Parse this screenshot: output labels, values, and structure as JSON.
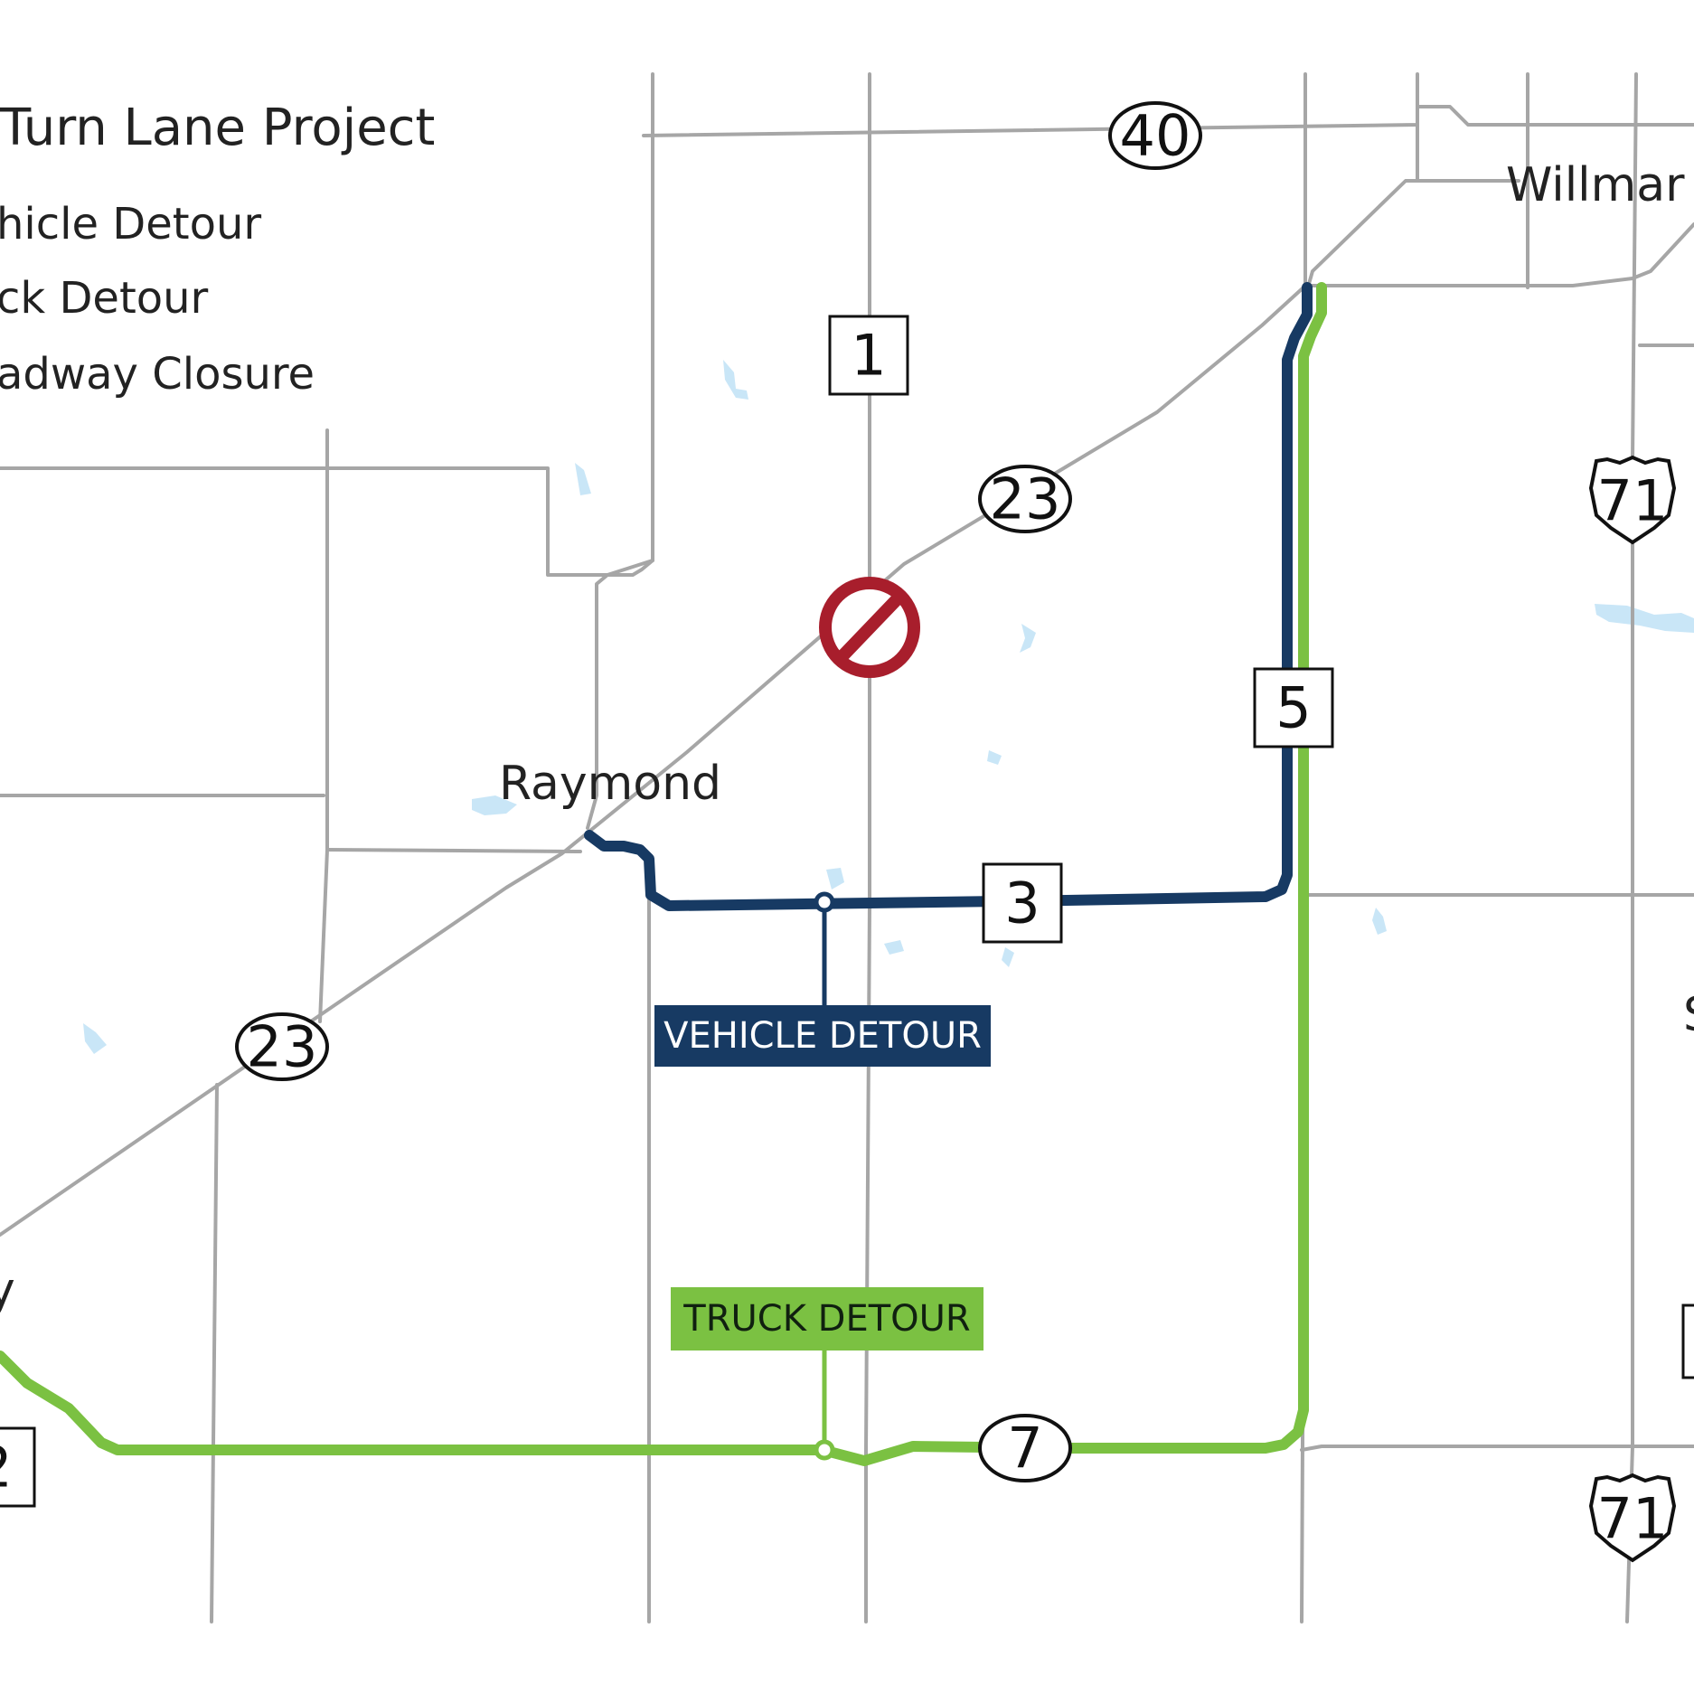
{
  "legend": {
    "title": "Turn Lane Project",
    "items": [
      {
        "label": "hicle Detour",
        "color": "#173a63"
      },
      {
        "label": "ck Detour",
        "color": "#7bc142"
      },
      {
        "label": "adway Closure",
        "color": "#a81e2c"
      }
    ]
  },
  "places": {
    "willmar": "Willmar",
    "raymond": "Raymond",
    "partial_left": "y",
    "partial_right": "S"
  },
  "routes": {
    "state_40": "40",
    "state_23_north": "23",
    "state_23_south": "23",
    "state_7": "7",
    "us_71_north": "71",
    "us_71_south": "71",
    "county_1": "1",
    "county_3": "3",
    "county_5": "5",
    "county_partial": "2"
  },
  "callouts": {
    "vehicle": "VEHICLE DETOUR",
    "truck": "TRUCK DETOUR"
  },
  "colors": {
    "vehicle_detour": "#173a63",
    "truck_detour": "#7bc142",
    "closure": "#a81e2c",
    "road": "#a6a6a6",
    "water": "#c9e6f7"
  }
}
